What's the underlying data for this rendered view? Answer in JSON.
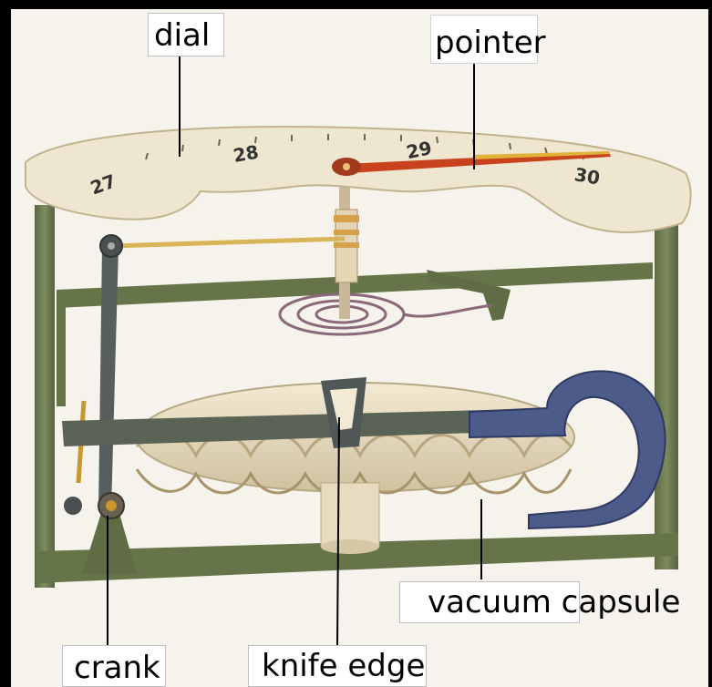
{
  "labels": {
    "dial": "dial",
    "pointer": "pointer",
    "vacuum_capsule": "vacuum capsule",
    "crank": "crank",
    "knife_edge": "knife edge"
  },
  "dial_numbers": [
    "27",
    "28",
    "29",
    "30"
  ],
  "colors": {
    "background": "#000000",
    "frame": "#6f7d52",
    "dial_face": "#efe6cf",
    "capsule": "#ece2c7",
    "pointer": "#c8421e",
    "band": "#4c5b8a"
  }
}
